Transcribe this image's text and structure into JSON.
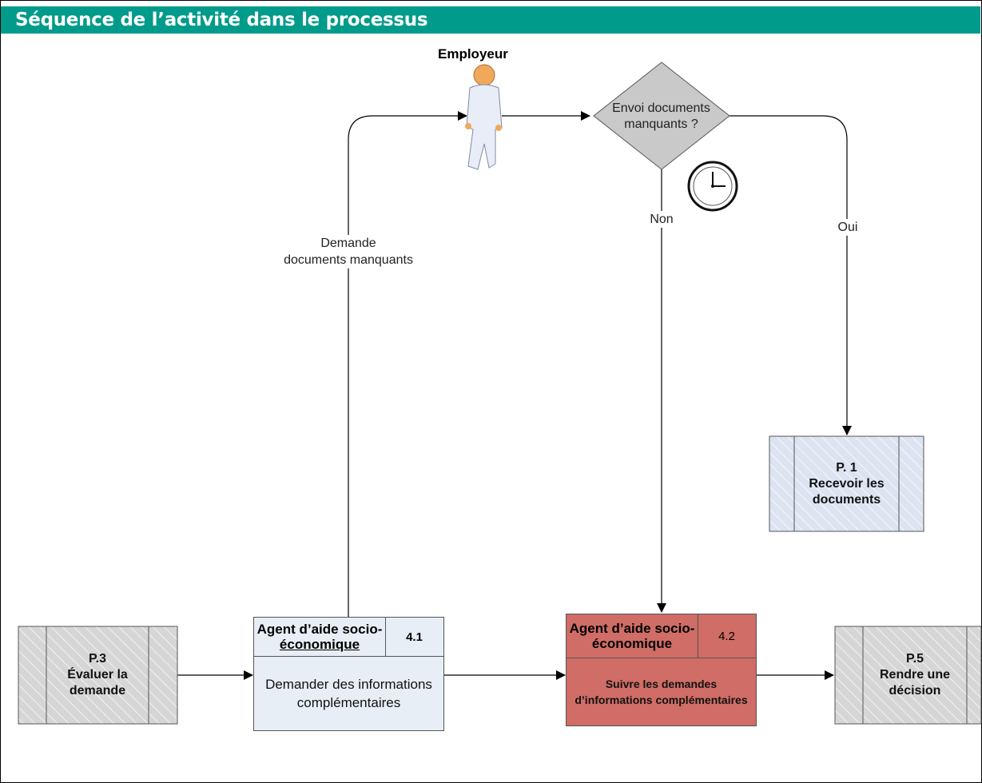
{
  "header": {
    "title": "Séquence de l’activité dans le processus"
  },
  "actor": {
    "label": "Employeur",
    "icon": "person-icon"
  },
  "decision": {
    "line1": "Envoi documents",
    "line2": "manquants ?"
  },
  "timer": {
    "icon": "clock-icon"
  },
  "edge_labels": {
    "request_line1": "Demande",
    "request_line2": "documents manquants",
    "no": "Non",
    "yes": "Oui"
  },
  "processes": {
    "p3": {
      "line1": "P.3",
      "line2": "Évaluer la",
      "line3": "demande"
    },
    "p1": {
      "line1": "P. 1",
      "line2": "Recevoir les",
      "line3": "documents"
    },
    "p5": {
      "line1": "P.5",
      "line2": "Rendre une",
      "line3": "décision"
    }
  },
  "activities": {
    "a41": {
      "role_line1": "Agent d’aide socio-",
      "role_line2": "économique",
      "number": "4.1",
      "body_line1": "Demander des informations",
      "body_line2": "complémentaires"
    },
    "a42": {
      "role_line1": "Agent d’aide socio-",
      "role_line2": "économique",
      "number": "4.2",
      "body_line1": "Suivre les demandes",
      "body_line2": "d’informations  complémentaires"
    }
  },
  "colors": {
    "header_bg": "#009b8b",
    "activity_blue": "#e8eef6",
    "activity_red": "#cf6d66",
    "process_gray": "#d8d8d8",
    "process_blue": "#dde6f2",
    "decision_gray": "#c9c9c9"
  }
}
